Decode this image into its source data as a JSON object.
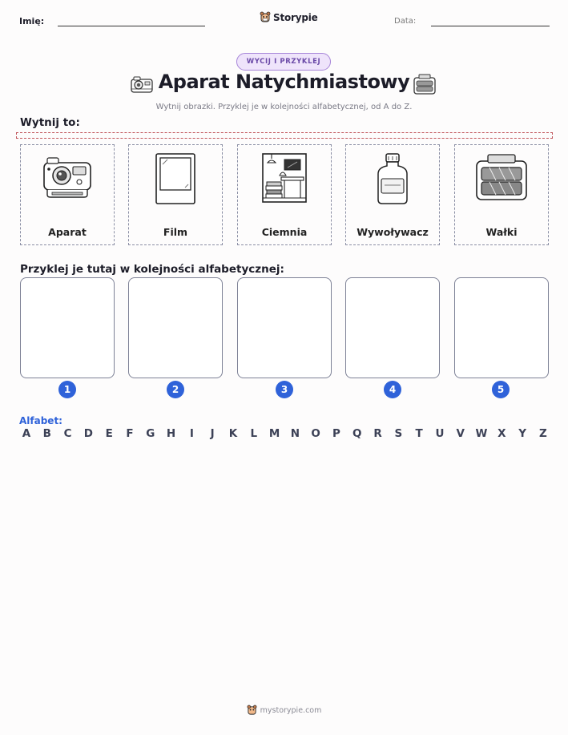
{
  "header": {
    "name_label": "Imię:",
    "brand": "Storypie",
    "date_label": "Data:"
  },
  "badge": "WYCIJ I PRZYKLEJ",
  "title": "Aparat Natychmiastowy",
  "subtitle": "Wytnij obrazki. Przyklej je w kolejności alfabetycznej, od A do Z.",
  "cut_section": {
    "label": "Wytnij to:",
    "cards": [
      {
        "label": "Aparat",
        "icon": "instant-camera-icon"
      },
      {
        "label": "Film",
        "icon": "instant-film-icon"
      },
      {
        "label": "Ciemnia",
        "icon": "darkroom-icon"
      },
      {
        "label": "Wywoływacz",
        "icon": "developer-bottle-icon"
      },
      {
        "label": "Wałki",
        "icon": "rollers-icon"
      }
    ]
  },
  "paste_section": {
    "label": "Przyklej je tutaj w kolejności alfabetycznej:",
    "numbers": [
      "1",
      "2",
      "3",
      "4",
      "5"
    ]
  },
  "alphabet": {
    "label": "Alfabet:",
    "letters": [
      "A",
      "B",
      "C",
      "D",
      "E",
      "F",
      "G",
      "H",
      "I",
      "J",
      "K",
      "L",
      "M",
      "N",
      "O",
      "P",
      "Q",
      "R",
      "S",
      "T",
      "U",
      "V",
      "W",
      "X",
      "Y",
      "Z"
    ]
  },
  "footer": "mystorypie.com",
  "colors": {
    "accent_blue": "#2f62d9",
    "badge_purple": "#6b4aa8",
    "cut_line_red": "#c0545a"
  }
}
